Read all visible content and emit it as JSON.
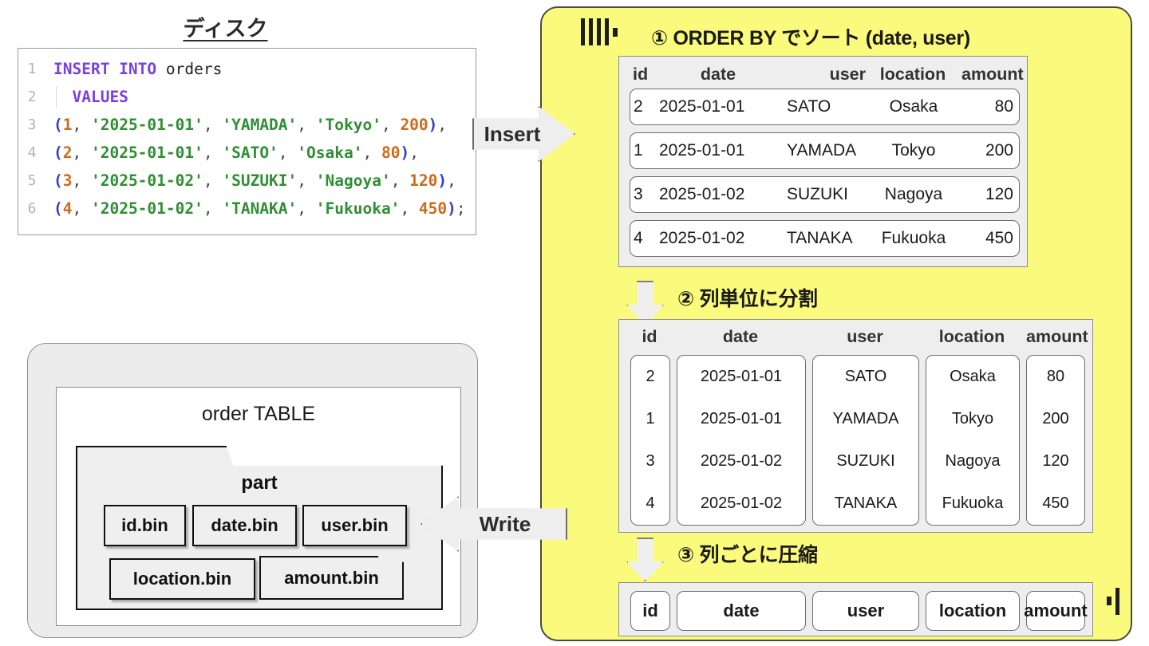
{
  "sql": {
    "lines": [
      {
        "n": "1",
        "tokens": [
          {
            "t": "INSERT INTO ",
            "c": "kw"
          },
          {
            "t": "orders",
            "c": "ident"
          }
        ]
      },
      {
        "n": "2",
        "indent": true,
        "tokens": [
          {
            "t": "  VALUES",
            "c": "kw"
          }
        ]
      },
      {
        "n": "3",
        "tokens": [
          {
            "t": "(",
            "c": "paren"
          },
          {
            "t": "1",
            "c": "num"
          },
          {
            "t": ", ",
            "c": "punc"
          },
          {
            "t": "'2025-01-01'",
            "c": "str"
          },
          {
            "t": ", ",
            "c": "punc"
          },
          {
            "t": "'YAMADA'",
            "c": "str"
          },
          {
            "t": ", ",
            "c": "punc"
          },
          {
            "t": "'Tokyo'",
            "c": "str"
          },
          {
            "t": ", ",
            "c": "punc"
          },
          {
            "t": "200",
            "c": "num"
          },
          {
            "t": ")",
            "c": "paren"
          },
          {
            "t": ",",
            "c": "punc"
          }
        ]
      },
      {
        "n": "4",
        "tokens": [
          {
            "t": "(",
            "c": "paren"
          },
          {
            "t": "2",
            "c": "num"
          },
          {
            "t": ", ",
            "c": "punc"
          },
          {
            "t": "'2025-01-01'",
            "c": "str"
          },
          {
            "t": ", ",
            "c": "punc"
          },
          {
            "t": "'SATO'",
            "c": "str"
          },
          {
            "t": ", ",
            "c": "punc"
          },
          {
            "t": "'Osaka'",
            "c": "str"
          },
          {
            "t": ", ",
            "c": "punc"
          },
          {
            "t": "80",
            "c": "num"
          },
          {
            "t": ")",
            "c": "paren"
          },
          {
            "t": ",",
            "c": "punc"
          }
        ]
      },
      {
        "n": "5",
        "tokens": [
          {
            "t": "(",
            "c": "paren"
          },
          {
            "t": "3",
            "c": "num"
          },
          {
            "t": ", ",
            "c": "punc"
          },
          {
            "t": "'2025-01-02'",
            "c": "str"
          },
          {
            "t": ", ",
            "c": "punc"
          },
          {
            "t": "'SUZUKI'",
            "c": "str"
          },
          {
            "t": ", ",
            "c": "punc"
          },
          {
            "t": "'Nagoya'",
            "c": "str"
          },
          {
            "t": ", ",
            "c": "punc"
          },
          {
            "t": "120",
            "c": "num"
          },
          {
            "t": ")",
            "c": "paren"
          },
          {
            "t": ",",
            "c": "punc"
          }
        ]
      },
      {
        "n": "6",
        "tokens": [
          {
            "t": "(",
            "c": "paren"
          },
          {
            "t": "4",
            "c": "num"
          },
          {
            "t": ", ",
            "c": "punc"
          },
          {
            "t": "'2025-01-02'",
            "c": "str"
          },
          {
            "t": ", ",
            "c": "punc"
          },
          {
            "t": "'TANAKA'",
            "c": "str"
          },
          {
            "t": ", ",
            "c": "punc"
          },
          {
            "t": "'Fukuoka'",
            "c": "str"
          },
          {
            "t": ", ",
            "c": "punc"
          },
          {
            "t": "450",
            "c": "num"
          },
          {
            "t": ")",
            "c": "paren"
          },
          {
            "t": ";",
            "c": "punc"
          }
        ]
      }
    ]
  },
  "flow": {
    "insert_label": "Insert",
    "write_label": "Write"
  },
  "panel": {
    "accent_color": "#fafa7d",
    "border_color": "#4a4a42",
    "mark_icon": "barcode-mark-icon"
  },
  "steps": [
    {
      "id": "step1",
      "number": "①",
      "title": "ORDER BY でソート (date, user)",
      "head": "① ORDER BY でソート (date, user)"
    },
    {
      "id": "step2",
      "number": "②",
      "title": "列単位に分割",
      "head": "② 列単位に分割"
    },
    {
      "id": "step3",
      "number": "③",
      "title": "列ごとに圧縮",
      "head": "③ 列ごとに圧縮"
    }
  ],
  "columns": [
    "id",
    "date",
    "user",
    "location",
    "amount"
  ],
  "sorted_table": {
    "headers": [
      "id",
      "date",
      "user",
      "location",
      "amount"
    ],
    "rows": [
      [
        "2",
        "2025-01-01",
        "SATO",
        "Osaka",
        "80"
      ],
      [
        "1",
        "2025-01-01",
        "YAMADA",
        "Tokyo",
        "200"
      ],
      [
        "3",
        "2025-01-02",
        "SUZUKI",
        "Nagoya",
        "120"
      ],
      [
        "4",
        "2025-01-02",
        "TANAKA",
        "Fukuoka",
        "450"
      ]
    ]
  },
  "split_table": {
    "headers": [
      "id",
      "date",
      "user",
      "location",
      "amount"
    ],
    "column_values": {
      "id": [
        "2",
        "1",
        "3",
        "4"
      ],
      "date": [
        "2025-01-01",
        "2025-01-01",
        "2025-01-02",
        "2025-01-02"
      ],
      "user": [
        "SATO",
        "YAMADA",
        "SUZUKI",
        "TANAKA"
      ],
      "location": [
        "Osaka",
        "Tokyo",
        "Nagoya",
        "Fukuoka"
      ],
      "amount": [
        "80",
        "200",
        "120",
        "450"
      ]
    }
  },
  "compressed": {
    "boxes": [
      "id",
      "date",
      "user",
      "location",
      "amount"
    ]
  },
  "disk": {
    "title": "ディスク",
    "table_name": "order TABLE",
    "part_label": "part",
    "files": [
      "id.bin",
      "date.bin",
      "user.bin",
      "location.bin",
      "amount.bin"
    ]
  }
}
